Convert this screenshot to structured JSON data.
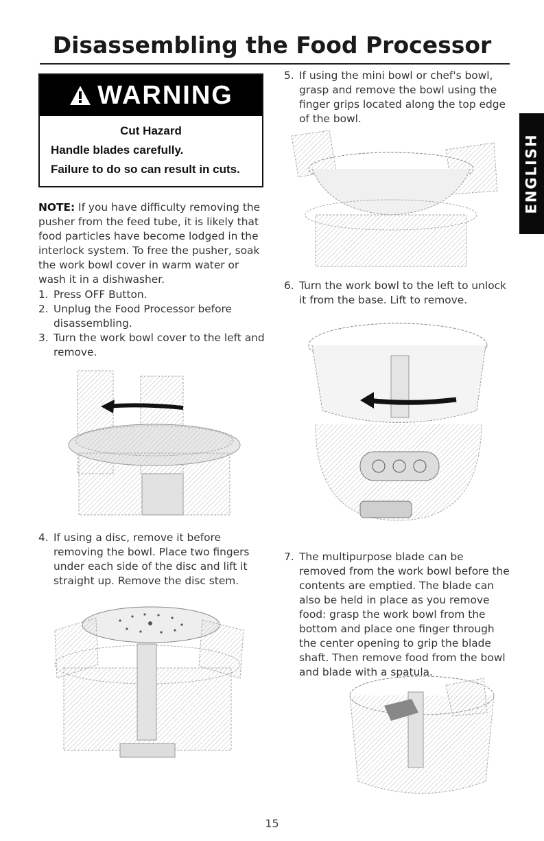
{
  "title": "Disassembling the Food Processor",
  "warning": {
    "heading": "WARNING",
    "line1": "Cut Hazard",
    "line2": "Handle blades carefully.",
    "line3": "Failure to do so can result in cuts."
  },
  "note": {
    "label": "NOTE:",
    "text": "If you have difficulty removing the pusher from the feed tube, it is likely that food particles have become lodged in the interlock system. To free the pusher, soak the work bowl cover in warm water or wash it in a dishwasher."
  },
  "steps": [
    {
      "num": "1.",
      "text": "Press OFF Button."
    },
    {
      "num": "2.",
      "text": "Unplug the Food Processor before disassembling."
    },
    {
      "num": "3.",
      "text": "Turn the work bowl cover to the left and remove."
    },
    {
      "num": "4.",
      "text": "If using a disc, remove it before removing the bowl. Place two fingers under each side of the disc and lift it straight up. Remove the disc stem."
    },
    {
      "num": "5.",
      "text": "If using the mini bowl or chef's bowl, grasp and remove the bowl using the finger grips located along the top edge of the bowl."
    },
    {
      "num": "6.",
      "text": "Turn the work bowl to the left to unlock it from the base. Lift to remove."
    },
    {
      "num": "7.",
      "text": "The multipurpose blade can be removed from the work bowl before the contents are emptied. The blade can also be held in place as you remove food: grasp the work bowl from the bottom and place one finger through the center opening to grip the blade shaft. Then remove food from the bowl and blade with a spatula."
    }
  ],
  "language_tab": "ENGLISH",
  "page_number": "15",
  "colors": {
    "text": "#333333",
    "black": "#000000",
    "tab": "#0a0a0a"
  }
}
